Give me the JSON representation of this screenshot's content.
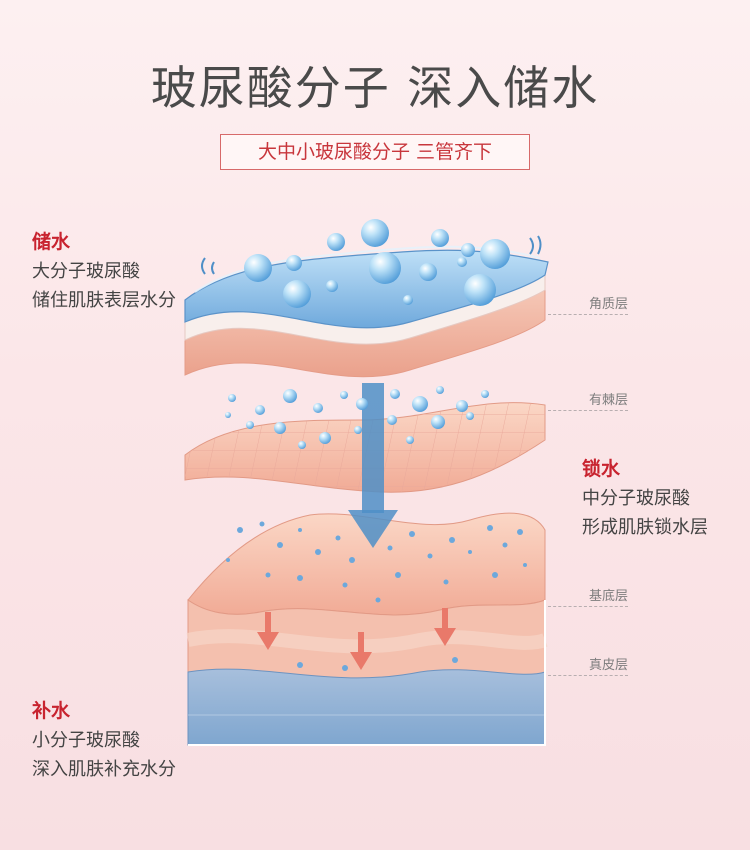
{
  "title": "玻尿酸分子 深入储水",
  "subtitle": "大中小玻尿酸分子 三管齐下",
  "left_top": {
    "head": "储水",
    "line1": "大分子玻尿酸",
    "line2": "储住肌肤表层水分"
  },
  "right_mid": {
    "head": "锁水",
    "line1": "中分子玻尿酸",
    "line2": "形成肌肤锁水层"
  },
  "left_bottom": {
    "head": "补水",
    "line1": "小分子玻尿酸",
    "line2": "深入肌肤补充水分"
  },
  "layers": [
    "角质层",
    "有棘层",
    "基底层",
    "真皮层"
  ],
  "colors": {
    "accent": "#c8232f",
    "skin": "#f5c3b1",
    "water": "#7ab6e4"
  }
}
